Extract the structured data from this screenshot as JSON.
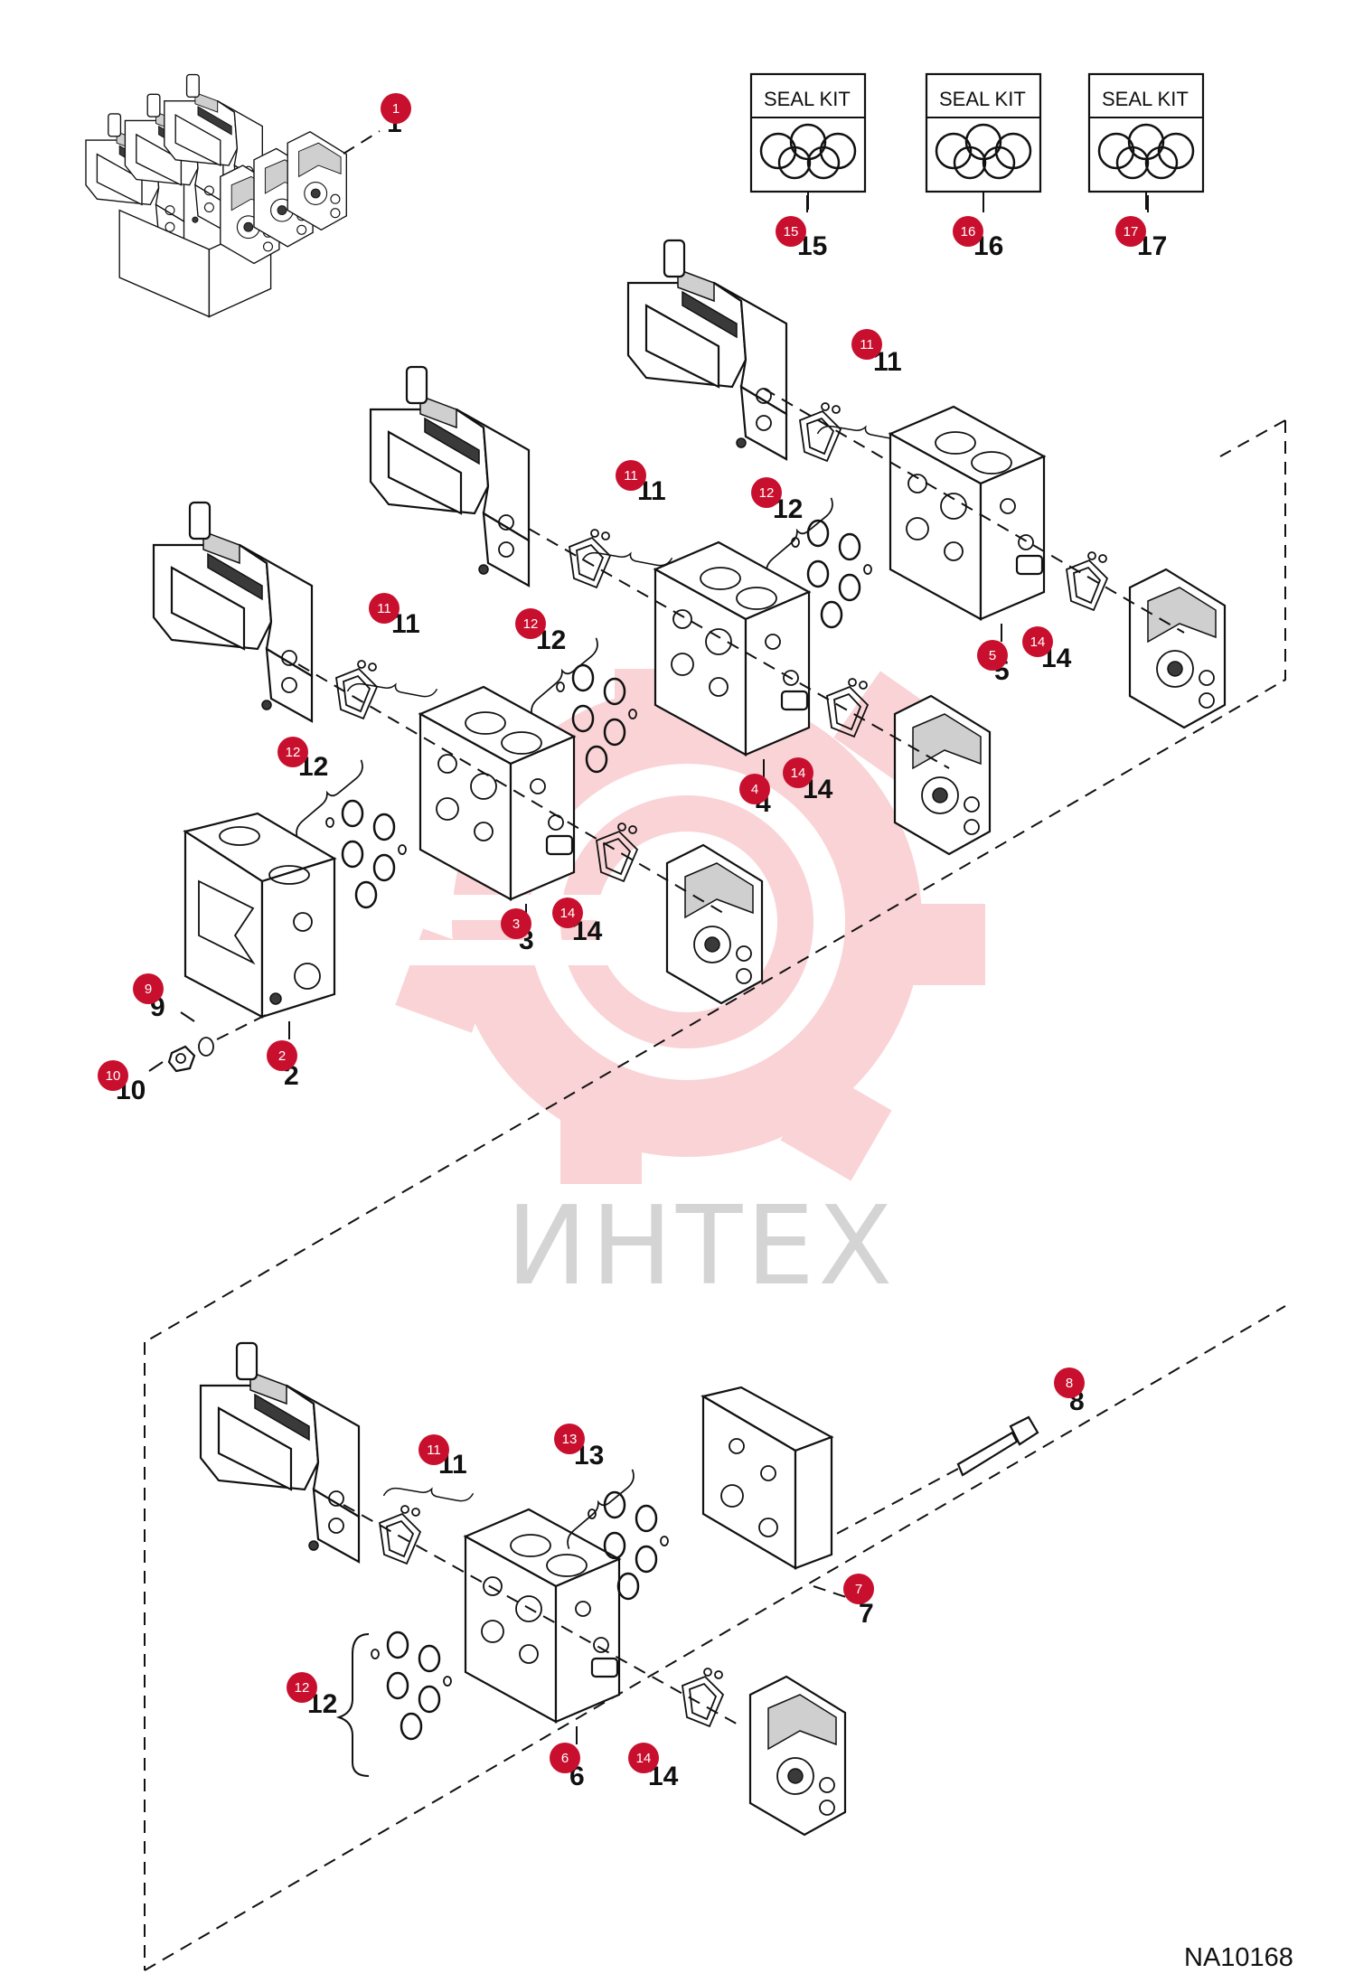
{
  "watermark": {
    "text": "ИНТЕХ",
    "color": "#f3b7bd"
  },
  "seal_kits": [
    {
      "label": "SEAL KIT",
      "callout": "15"
    },
    {
      "label": "SEAL KIT",
      "callout": "16"
    },
    {
      "label": "SEAL KIT",
      "callout": "17"
    }
  ],
  "callouts": {
    "c1": "1",
    "c2": "2",
    "c3": "3",
    "c4": "4",
    "c5": "5",
    "c6": "6",
    "c7": "7",
    "c8": "8",
    "c9": "9",
    "c10": "10",
    "c11a": "11",
    "c11b": "11",
    "c11c": "11",
    "c11d": "11",
    "c12a": "12",
    "c12b": "12",
    "c12c": "12",
    "c12d": "12",
    "c13": "13",
    "c14a": "14",
    "c14b": "14",
    "c14c": "14",
    "c14d": "14",
    "c15": "15",
    "c16": "16",
    "c17": "17"
  },
  "bubble_color": "#c8102e",
  "drawing_code": "NA10168"
}
